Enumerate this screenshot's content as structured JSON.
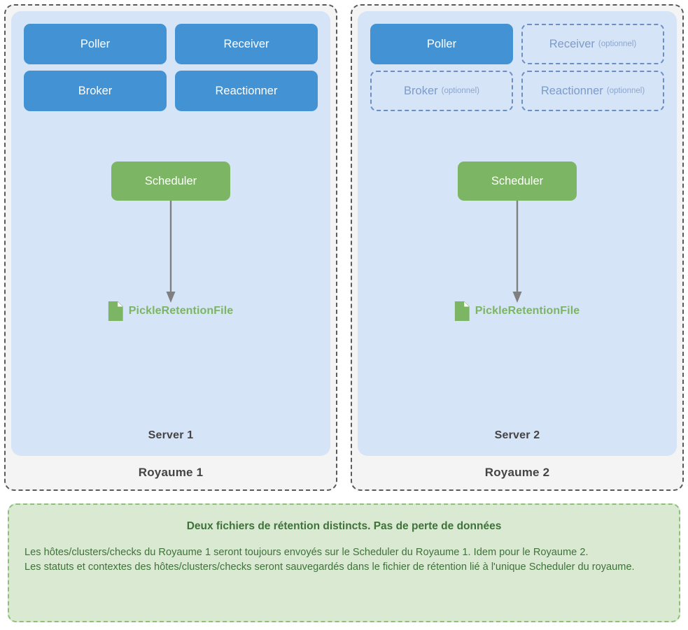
{
  "realms": [
    {
      "label": "Royaume 1",
      "server_label": "Server 1",
      "daemons": [
        {
          "name": "Poller",
          "optional": false,
          "optional_tag": ""
        },
        {
          "name": "Receiver",
          "optional": false,
          "optional_tag": ""
        },
        {
          "name": "Broker",
          "optional": false,
          "optional_tag": ""
        },
        {
          "name": "Reactionner",
          "optional": false,
          "optional_tag": ""
        }
      ],
      "scheduler_label": "Scheduler",
      "retention_label": "PickleRetentionFile",
      "file_icon": "file-document-icon",
      "arrow_icon": "down-arrow-icon"
    },
    {
      "label": "Royaume 2",
      "server_label": "Server 2",
      "daemons": [
        {
          "name": "Poller",
          "optional": false,
          "optional_tag": ""
        },
        {
          "name": "Receiver",
          "optional": true,
          "optional_tag": "(optionnel)"
        },
        {
          "name": "Broker",
          "optional": true,
          "optional_tag": "(optionnel)"
        },
        {
          "name": "Reactionner",
          "optional": true,
          "optional_tag": "(optionnel)"
        }
      ],
      "scheduler_label": "Scheduler",
      "retention_label": "PickleRetentionFile",
      "file_icon": "file-document-icon",
      "arrow_icon": "down-arrow-icon"
    }
  ],
  "note": {
    "title": "Deux fichiers de rétention distincts. Pas de perte de données",
    "line1": "Les hôtes/clusters/checks du Royaume 1 seront toujours envoyés sur le Scheduler du Royaume 1. Idem pour le Royaume 2.",
    "line2": "Les statuts et contextes des hôtes/clusters/checks seront sauvegardés dans le fichier de rétention lié à l'unique Scheduler du royaume."
  },
  "colors": {
    "daemon_active": "#4292d4",
    "daemon_optional_border": "#6b8fc4",
    "daemon_optional_text": "#7c9cc9",
    "scheduler": "#7cb563",
    "server_bg": "#d6e4f8",
    "realm_bg": "#f4f4f4",
    "realm_border": "#5a5a5a",
    "note_bg": "#d9e9d2",
    "note_border": "#8fbf7a",
    "note_text": "#3e7239",
    "arrow": "#808080",
    "label_text": "#444444"
  }
}
